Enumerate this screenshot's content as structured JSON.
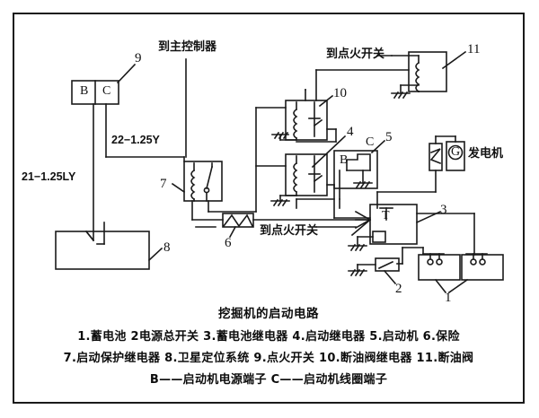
{
  "diagram": {
    "title_caption": "挖掘机的启动电路",
    "wire_labels": [
      {
        "id": "wire-21",
        "text": "21−1.25LY"
      },
      {
        "id": "wire-22",
        "text": "22−1.25Y"
      }
    ],
    "annotations": [
      {
        "id": "to-main-controller",
        "text": "到主控制器"
      },
      {
        "id": "to-ignition-switch-top",
        "text": "到点火开关"
      },
      {
        "id": "to-ignition-switch-mid",
        "text": "到点火开关"
      },
      {
        "id": "generator",
        "text": "发电机"
      }
    ],
    "terminal_labels": [
      {
        "id": "ignition-b",
        "text": "B"
      },
      {
        "id": "ignition-c",
        "text": "C"
      },
      {
        "id": "starter-b",
        "text": "B"
      },
      {
        "id": "starter-c",
        "text": "C"
      },
      {
        "id": "battery-relay-t",
        "text": "T"
      },
      {
        "id": "generator-g",
        "text": "G"
      }
    ],
    "callouts": [
      {
        "id": "callout-1",
        "text": "1"
      },
      {
        "id": "callout-2",
        "text": "2"
      },
      {
        "id": "callout-3",
        "text": "3"
      },
      {
        "id": "callout-4",
        "text": "4"
      },
      {
        "id": "callout-5",
        "text": "5"
      },
      {
        "id": "callout-6",
        "text": "6"
      },
      {
        "id": "callout-7",
        "text": "7"
      },
      {
        "id": "callout-8",
        "text": "8"
      },
      {
        "id": "callout-9",
        "text": "9"
      },
      {
        "id": "callout-10",
        "text": "10"
      },
      {
        "id": "callout-11",
        "text": "11"
      }
    ]
  },
  "caption": {
    "title": "挖掘机的启动电路",
    "line1": "1.蓄电池  2电源总开关  3.蓄电池继电器  4.启动继电器  5.启动机   6.保险",
    "line2": "7.启动保护继电器  8.卫星定位系统  9.点火开关  10.断油阀继电器  11.断油阀",
    "line3": "B——启动机电源端子  C——启动机线圈端子"
  },
  "colors": {
    "line": "#1a1a1a",
    "text": "#111111",
    "background": "#ffffff"
  }
}
